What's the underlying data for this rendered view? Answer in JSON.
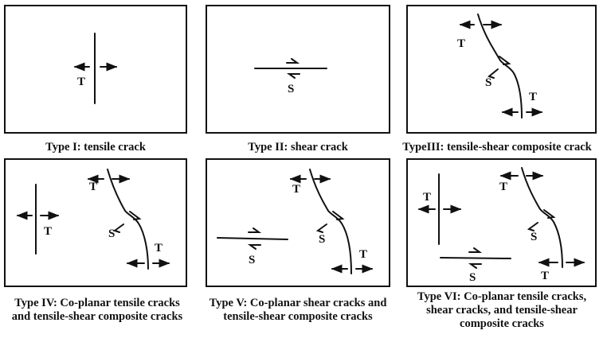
{
  "panels": [
    {
      "caption": [
        "Type I: tensile crack"
      ],
      "labels": {
        "t1": "T"
      }
    },
    {
      "caption": [
        "Type II: shear crack"
      ],
      "labels": {
        "s1": "S"
      }
    },
    {
      "caption": [
        "TypeIII:  tensile-shear composite crack"
      ],
      "labels": {
        "t1": "T",
        "s1": "S",
        "t2": "T"
      }
    },
    {
      "caption": [
        "Type IV: Co-planar tensile cracks",
        "and tensile-shear composite cracks"
      ],
      "labels": {
        "t1": "T",
        "t2": "T",
        "s1": "S",
        "t3": "T"
      }
    },
    {
      "caption": [
        "Type V: Co-planar shear cracks and",
        "tensile-shear composite cracks"
      ],
      "labels": {
        "s1": "S",
        "t1": "T",
        "s2": "S",
        "t2": "T"
      }
    },
    {
      "caption": [
        "Type VI: Co-planar tensile cracks,",
        "shear cracks, and tensile-shear",
        "composite cracks"
      ],
      "labels": {
        "t1": "T",
        "t2": "T",
        "s1": "S",
        "s2": "S",
        "t3": "T"
      }
    }
  ]
}
